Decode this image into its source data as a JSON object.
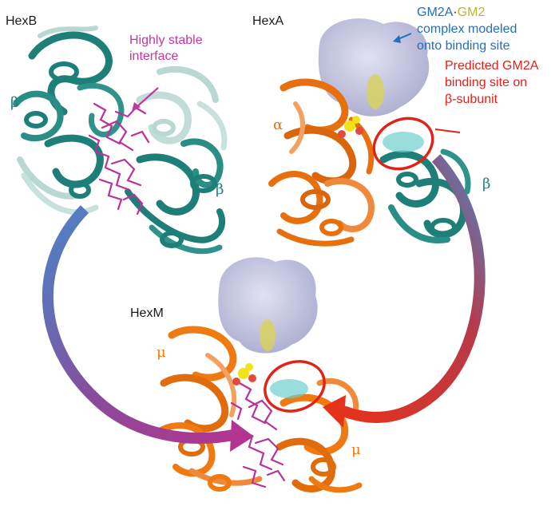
{
  "panels": {
    "hexb": {
      "title": "HexB",
      "subunit_left": "β",
      "subunit_right": "β"
    },
    "hexa": {
      "title": "HexA",
      "subunit_alpha": "α",
      "subunit_beta": "β"
    },
    "hexm": {
      "title": "HexM",
      "subunit_left": "μ",
      "subunit_right": "μ"
    }
  },
  "annotations": {
    "stable_interface": {
      "line1": "Highly stable",
      "line2": "interface"
    },
    "complex": {
      "part1": "GM2A",
      "dot": "·",
      "part2": "GM2",
      "line2": "complex modeled",
      "line3": "onto binding site"
    },
    "predicted": {
      "line1": "Predicted GM2A",
      "line2": "binding site on",
      "line3": "β-subunit"
    }
  },
  "colors": {
    "beta_teal": "#1d7f78",
    "beta_light": "#b9d8d2",
    "alpha_orange": "#e86f0e",
    "mu_orange": "#ef7a12",
    "interface_magenta": "#b8329a",
    "gm2a_surface": "#c2c2de",
    "gm2_yellow": "#d7d25e",
    "ring_red": "#e02218",
    "arrow_purple": "#9b3f8c",
    "arrow_blue": "#4a7ec2",
    "arrow_red": "#e0301b"
  }
}
